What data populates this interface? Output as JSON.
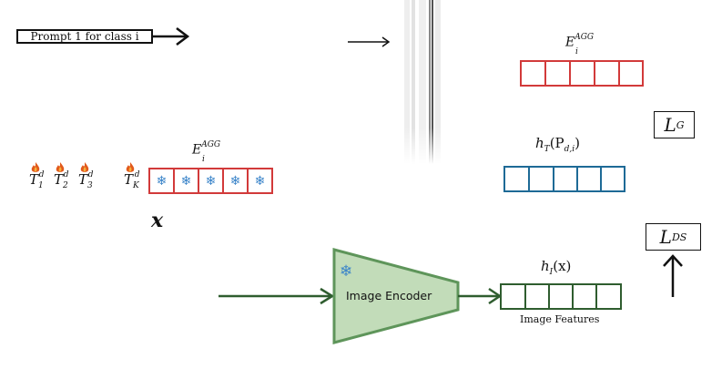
{
  "prompt": {
    "label": "Prompt 1 for class i"
  },
  "embeddings": {
    "top_right": {
      "base": "E",
      "superscript": "AGG",
      "subscript": "i",
      "cells": 5
    },
    "left": {
      "base": "E",
      "superscript": "AGG",
      "subscript": "i",
      "cells": 5
    },
    "text": {
      "base": "h",
      "subscript": "T",
      "argument": "(P",
      "arg_sub": "d,i",
      "close": ")",
      "cells": 5
    },
    "image": {
      "base": "h",
      "subscript": "I",
      "argument": "(x)",
      "cells": 5
    }
  },
  "losses": {
    "global": {
      "base": "L",
      "sub": "G"
    },
    "ds": {
      "base": "L",
      "sub": "DS"
    }
  },
  "tokens": [
    {
      "base": "T",
      "sub": "1",
      "sup": "d"
    },
    {
      "base": "T",
      "sub": "2",
      "sup": "d"
    },
    {
      "base": "T",
      "sub": "3",
      "sup": "d"
    },
    {
      "base": "T",
      "sub": "K",
      "sup": "d"
    }
  ],
  "input": {
    "symbol": "x"
  },
  "encoder": {
    "label": "Image Encoder"
  },
  "features": {
    "label": "Image Features"
  },
  "icons": {
    "frozen": "snowflake-icon",
    "trainable": "flame-icon"
  },
  "colors": {
    "red": "#d23a3a",
    "blue": "#1e6a96",
    "green": "#2f5d2f",
    "encoder_fill": "#8fbf7f"
  }
}
